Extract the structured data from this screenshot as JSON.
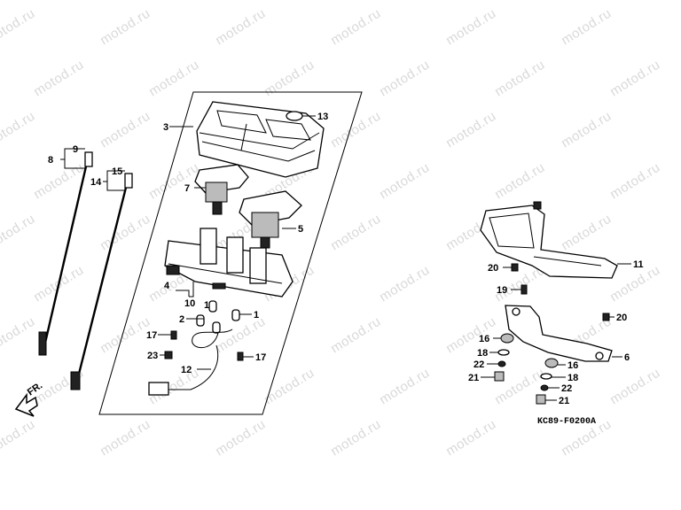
{
  "watermark": "motod.ru",
  "diagram_code": "KC89-F0200A",
  "direction_label": "FR.",
  "callouts": {
    "c1": "1",
    "c2": "2",
    "c3": "3",
    "c4": "4",
    "c5": "5",
    "c6": "6",
    "c7": "7",
    "c8": "8",
    "c9": "9",
    "c10": "10",
    "c11": "11",
    "c12": "12",
    "c13": "13",
    "c14": "14",
    "c15": "15",
    "c16a": "16",
    "c16b": "16",
    "c17a": "17",
    "c17b": "17",
    "c18a": "18",
    "c18b": "18",
    "c19": "19",
    "c20a": "20",
    "c20b": "20",
    "c21a": "21",
    "c21b": "21",
    "c22a": "22",
    "c22b": "22",
    "c23": "23",
    "c1b": "1"
  }
}
